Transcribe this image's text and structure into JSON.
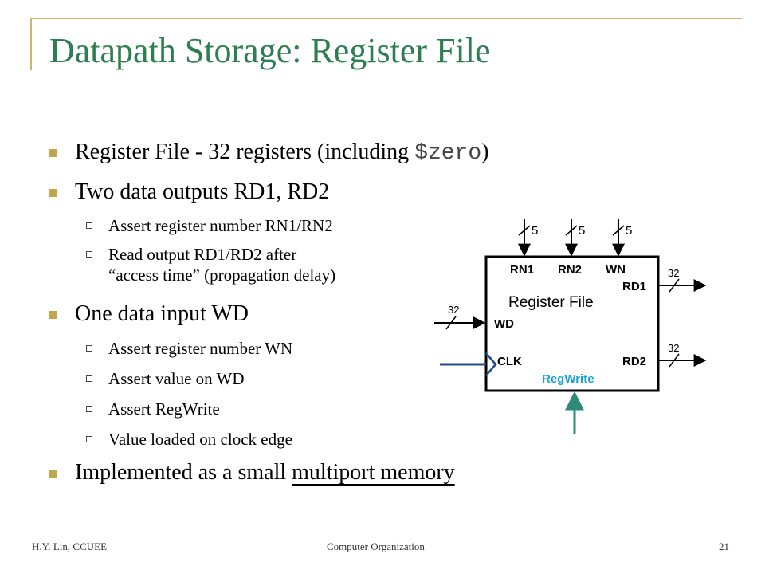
{
  "title": "Datapath Storage: Register File",
  "bullets": {
    "b1_prefix": "Register File - 32 registers (including ",
    "b1_code": "$zero",
    "b1_suffix": ")",
    "b2": "Two data outputs RD1, RD2",
    "b2_sub1": "Assert register number RN1/RN2",
    "b2_sub2_line1": "Read output RD1/RD2 after",
    "b2_sub2_line2": "“access time” (propagation delay)",
    "b3": "One data input WD",
    "b3_sub1": "Assert register number WN",
    "b3_sub2": "Assert value on WD",
    "b3_sub3": "Assert RegWrite",
    "b3_sub4": "Value loaded on clock edge",
    "b4_prefix": "Implemented as a small ",
    "b4_underlined": "multiport memory"
  },
  "diagram": {
    "box_label": "Register File",
    "port_rn1": "RN1",
    "port_rn2": "RN2",
    "port_wn": "WN",
    "port_rd1": "RD1",
    "port_rd2": "RD2",
    "port_wd": "WD",
    "port_clk": "CLK",
    "port_regwrite": "RegWrite",
    "width_rn1": "5",
    "width_rn2": "5",
    "width_wn": "5",
    "width_rd1": "32",
    "width_rd2": "32",
    "width_wd": "32",
    "colors": {
      "clk_line": "#1f4e8c",
      "regwrite": "#1aa0d8",
      "regwrite_arrow": "#2e8b7a"
    }
  },
  "footer": {
    "left": "H.Y. Lin, CCUEE",
    "center": "Computer Organization",
    "page": "21"
  }
}
